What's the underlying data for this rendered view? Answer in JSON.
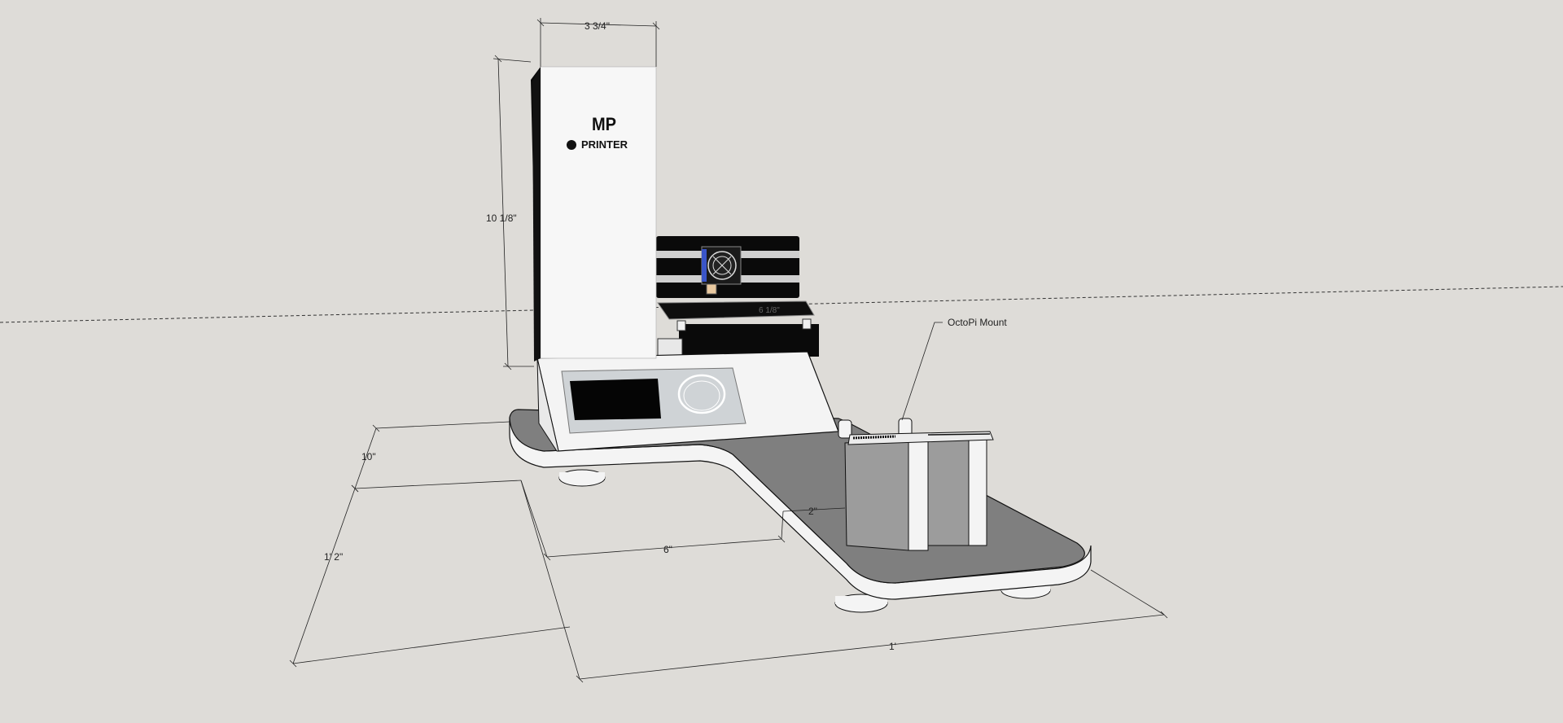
{
  "dimensions": {
    "width": "3 3/4\"",
    "height": "10 1/8\"",
    "bed_depth": "10\"",
    "base_depth": "1' 2\"",
    "arm_width": "2\"",
    "arm_length": "6\"",
    "base_length": "1'"
  },
  "callout": {
    "octopi_mount": "OctoPi Mount"
  },
  "logo": {
    "brand_mark": "MP",
    "product": "PRINTER"
  },
  "colors": {
    "background": "#dedcd8",
    "body": "#f7f7f7",
    "frame": "#0a0a0a",
    "base_top": "#7f7f7f",
    "mount": "#9c9c9c",
    "fan_accent": "#3a55c8"
  },
  "icons": {
    "logo_drop": "drop-icon",
    "fan": "fan-icon"
  }
}
